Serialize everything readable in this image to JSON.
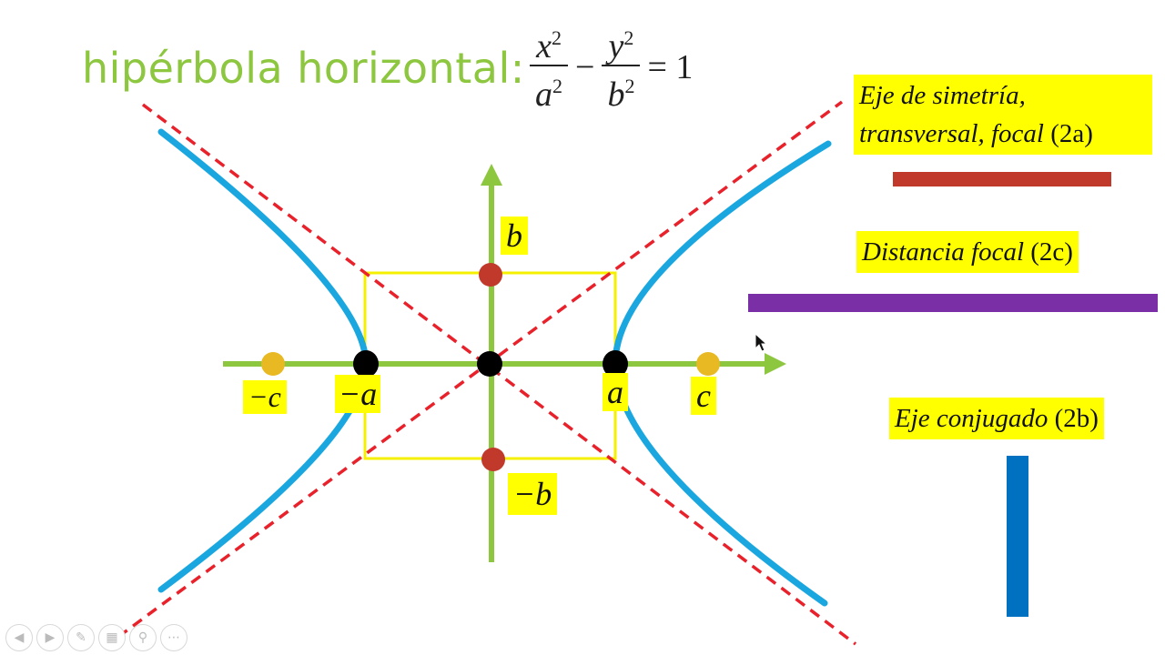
{
  "title": "hipérbola horizontal:",
  "equation": {
    "x_num": "x",
    "x_den": "a",
    "y_num": "y",
    "y_den": "b",
    "exp": "2",
    "minus": "−",
    "rhs": "= 1"
  },
  "point_labels": {
    "neg_c": "−c",
    "neg_a": "−a",
    "a": "a",
    "c": "c",
    "b": "b",
    "neg_b": "−b"
  },
  "info": {
    "transverse_line1": "Eje de simetría,",
    "transverse_line2_a": "transversal, focal",
    "transverse_line2_b": "(2a)",
    "focal_a": "Distancia focal",
    "focal_b": "(2c)",
    "conjugate_a": "Eje conjugado",
    "conjugate_b": "(2b)"
  },
  "colors": {
    "title": "#8dc63f",
    "axis": "#8dc63f",
    "hyperbola": "#1aa7e0",
    "asymptote": "#e8212b",
    "box": "#f5f000",
    "vertex": "#000000",
    "covertex": "#c0392b",
    "focus": "#e8b923",
    "bar_transverse": "#c0392b",
    "bar_focal": "#7b2fa6",
    "bar_conjugate": "#0070c0",
    "label_bg": "#ffff00"
  },
  "toolbar": [
    "prev-icon",
    "next-icon",
    "pen-icon",
    "slides-icon",
    "zoom-icon",
    "more-icon"
  ]
}
